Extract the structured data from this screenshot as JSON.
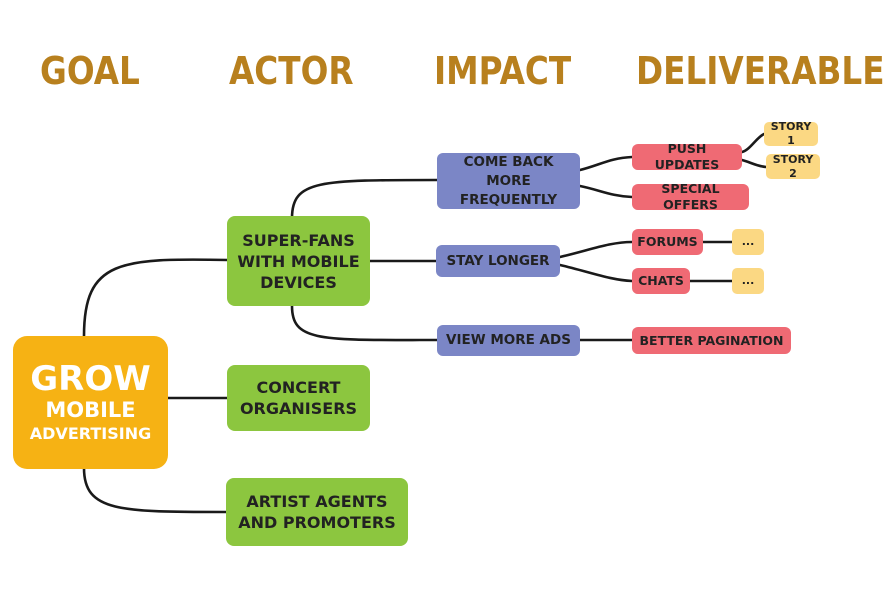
{
  "headers": {
    "goal": "GOAL",
    "actor": "ACTOR",
    "impact": "IMPACT",
    "deliverable": "DELIVERABLE"
  },
  "goal": {
    "line1": "GROW",
    "line2": "MOBILE",
    "line3": "ADVERTISING"
  },
  "actors": {
    "super_fans": "SUPER-FANS\nWITH MOBILE\nDEVICES",
    "concert": "CONCERT\nORGANISERS",
    "agents": "ARTIST AGENTS\nAND PROMOTERS"
  },
  "impacts": {
    "come_back": "COME BACK MORE\nFREQUENTLY",
    "stay_longer": "STAY LONGER",
    "view_ads": "VIEW MORE ADS"
  },
  "deliverables": {
    "push_updates": "PUSH UPDATES",
    "special_offers": "SPECIAL OFFERS",
    "forums": "FORUMS",
    "chats": "CHATS",
    "better_pagination": "BETTER PAGINATION"
  },
  "stories": {
    "story1": "STORY 1",
    "story2": "STORY 2",
    "forums_more": "...",
    "chats_more": "..."
  },
  "colors": {
    "header": "#b8801e",
    "goal": "#f6b214",
    "actor": "#8cc63f",
    "impact": "#7b86c6",
    "deliverable": "#ef6a74",
    "story": "#fbd883",
    "connector": "#1a1a1a"
  }
}
